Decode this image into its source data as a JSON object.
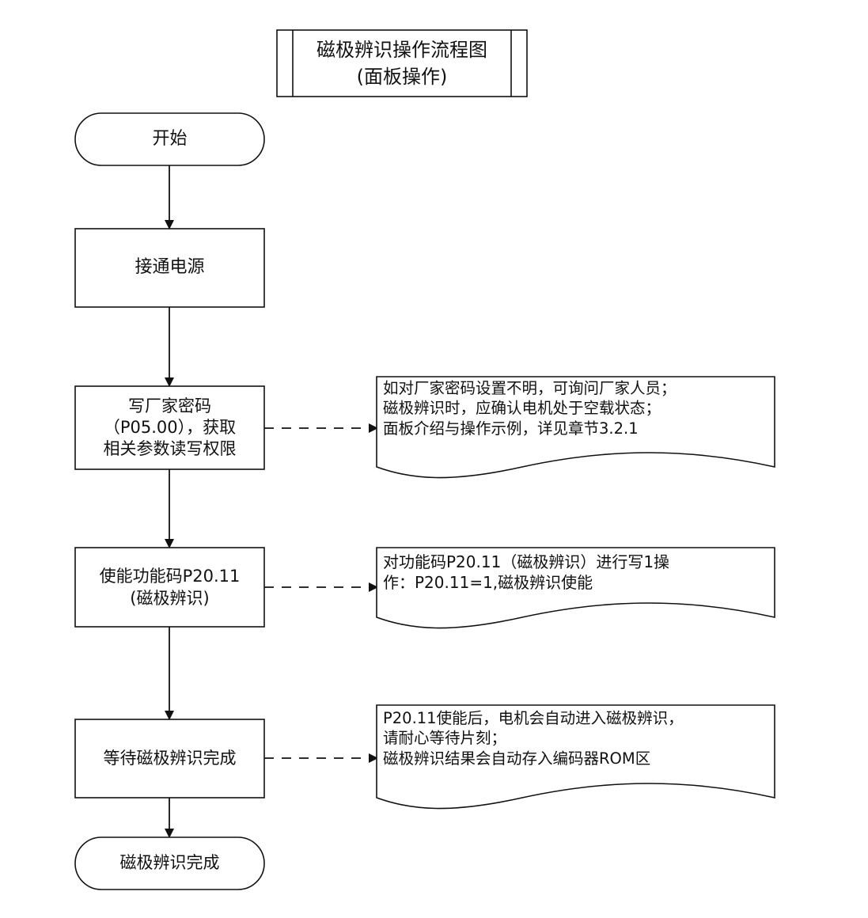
{
  "title": {
    "line1": "磁极辨识操作流程图",
    "line2": "(面板操作)"
  },
  "steps": {
    "start": "开始",
    "power_on": "接通电源",
    "write_password": [
      "写厂家密码",
      "（P05.00），获取",
      "相关参数读写权限"
    ],
    "enable_code": [
      "使能功能码P20.11",
      "(磁极辨识)"
    ],
    "wait": "等待磁极辨识完成",
    "end": "磁极辨识完成"
  },
  "notes": {
    "password_note": [
      "如对厂家密码设置不明，可询问厂家人员；",
      "磁极辨识时，应确认电机处于空载状态；",
      "面板介绍与操作示例，详见章节3.2.1"
    ],
    "enable_note": [
      "对功能码P20.11（磁极辨识）进行写1操",
      "作：P20.11=1,磁极辨识使能"
    ],
    "wait_note": [
      "P20.11使能后，电机会自动进入磁极辨识，",
      "请耐心等待片刻；",
      "磁极辨识结果会自动存入编码器ROM区"
    ]
  },
  "colors": {
    "stroke": "#111111",
    "fill": "#ffffff"
  }
}
